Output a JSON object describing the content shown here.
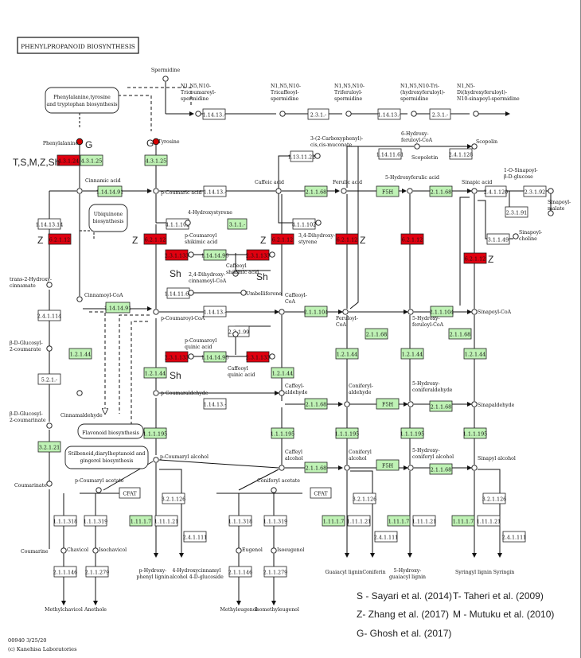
{
  "map": {
    "title": "PHENYLPROPANOID BIOSYNTHESIS",
    "footer_line1": "00940 3/25/20",
    "footer_line2": "(c) Kanehisa Laboratories"
  },
  "ref_labels": {
    "tsmzsh": "T,S,M,Z,Sh",
    "g_phe": "G",
    "g_tyr": "G",
    "z1": "Z",
    "z2": "Z",
    "z3": "Z",
    "z4": "Z",
    "z5": "Z",
    "sh1": "Sh",
    "sh2": "Sh",
    "sh3": "Sh"
  },
  "legend": {
    "s": "S - Sayari et al. (2014)",
    "t": "T- Taheri et al. (2009)",
    "z": "Z- Zhang et al. (2017)",
    "m": "M - Mutuku et al. (2010)",
    "g": "G- Ghosh et al. (2017)"
  },
  "colors": {
    "red_box": "#e0000f",
    "green_box": "#bff2b5",
    "white_box": "#ffffff",
    "node": "#d40000"
  },
  "compounds": {
    "spermidine": "Spermidine",
    "trio_coumaroyl_1": "N1,N5,N10-",
    "trio_coumaroyl_2": "Tricoumaroyl-",
    "trio_coumaroyl_3": "spermidine",
    "tricaffeoyl_1": "N1,N5,N10-",
    "tricaffeoyl_2": "Tricaffeoyl-",
    "tricaffeoyl_3": "spermidine",
    "triferuloyl_1": "N1,N5,N10-",
    "triferuloyl_2": "Triferuloyl-",
    "triferuloyl_3": "spermidine",
    "trihydroxy_1": "N1,N5,N10-Tri-",
    "trihydroxy_2": "(hydroxyferuloyl)-",
    "trihydroxy_3": "spermidine",
    "disinapoyl_1": "N1,N5-",
    "disinapoyl_2": "Di(hydroxyferuloyl)-",
    "disinapoyl_3": "N10-sinapoyl-spermidine",
    "phe_map_1": "Phenylalanine,tyrosine",
    "phe_map_2": "and tryptophan biosynthesis",
    "phenylalanine": "Phenylalanine",
    "tyrosine": "Tyrosine",
    "carboxyphenyl_1": "3-(2-Carboxyphenyl)-",
    "carboxyphenyl_2": "cis,cis-muconate",
    "hydroxyferuloylcoa_1": "6-Hydroxy-",
    "hydroxyferuloylcoa_2": "feruloyl-CoA",
    "scopolin": "Scopolin",
    "scopoletin": "Scopoletin",
    "cinnamic_acid": "Cinnamic acid",
    "p_coumaric_acid": "p-Coumaric acid",
    "caffeic_acid": "Caffeic acid",
    "ferulic_acid": "Ferulic acid",
    "hydroxyferulic_acid": "5-Hydroxyferulic acid",
    "sinapic_acid": "Sinapic acid",
    "sinapoylglucose_1": "1-O-Sinapoyl-",
    "sinapoylglucose_2": "β-D-glucose",
    "sinapoylmalate_1": "Sinapoyl-",
    "sinapoylmalate_2": "malate",
    "sinapoylcholine_1": "Sinapoyl-",
    "sinapoylcholine_2": "choline",
    "ubiquinone_1": "Ubiquinone",
    "ubiquinone_2": "biosynthesis",
    "hydroxystyrene": "4-Hydroxystyrene",
    "dihydroxystyrene_1": "3,4-Dihydroxy-",
    "dihydroxystyrene_2": "styrene",
    "coumaroylshikimic_1": "p-Coumaroyl",
    "coumaroylshikimic_2": "shikimic acid",
    "caffeoylshikimic_1": "Caffeoyl",
    "caffeoylshikimic_2": "shikimic acid",
    "trans_hydroxycinnamate_1": "trans-2-Hydroxy-",
    "trans_hydroxycinnamate_2": "cinnamate",
    "dihydroxycinnamoylcoa_1": "2,4-Dihydroxy-",
    "dihydroxycinnamoylcoa_2": "cinnamoyl-CoA",
    "umbelliferone": "Umbelliferone",
    "cinnamoylcoa": "Cinnamoyl-CoA",
    "p_coumaroylcoa": "p-Coumaroyl-CoA",
    "caffeoylcoa_1": "Caffeoyl-",
    "caffeoylcoa_2": "CoA",
    "feruloylcoa_1": "Feruloyl-",
    "feruloylcoa_2": "CoA",
    "hydroxyferuloylcoa5_1": "5-Hydroxy-",
    "hydroxyferuloylcoa5_2": "feruloyl-CoA",
    "sinapoylcoa": "Sinapoyl-CoA",
    "coumaroylquinic_1": "p-Coumaroyl",
    "coumaroylquinic_2": "quinic acid",
    "caffeoylquinic_1": "Caffeoyl",
    "caffeoylquinic_2": "quinic acid",
    "glucosyl2coumarate_1": "β-D-Glucosyl-",
    "glucosyl2coumarate_2": "2-coumarate",
    "glucosyl2coumarinate_1": "β-D-Glucosyl-",
    "glucosyl2coumarinate_2": "2-coumarinate",
    "coumarinate": "Coumarinate",
    "coumarine": "Coumarine",
    "cinnamaldehyde": "Cinnamaldehyde",
    "p_coumaraldehyde": "p-Coumaraldehyde",
    "caffeylaldehyde_1": "Caffeyl-",
    "caffeylaldehyde_2": "aldehyde",
    "coniferylaldehyde_1": "Coniferyl-",
    "coniferylaldehyde_2": "aldehyde",
    "hydroxyconiferaldehyde_1": "5-Hydroxy-",
    "hydroxyconiferaldehyde_2": "coniferaldehyde",
    "sinapaldehyde": "Sinapaldehyde",
    "flavonoid_map": "Flavonoid biosynthesis",
    "stilbenoid_map_1": "Stilbenoid,diarylheptanoid and",
    "stilbenoid_map_2": "gingerol biosynthesis",
    "p_coumaryl_alcohol": "p-Coumaryl alcohol",
    "caffeyl_alcohol_1": "Caffeyl",
    "caffeyl_alcohol_2": "alcohol",
    "coniferyl_alcohol_1": "Coniferyl",
    "coniferyl_alcohol_2": "alcohol",
    "hydroxyconiferyl_alcohol_1": "5-Hydroxy-",
    "hydroxyconiferyl_alcohol_2": "coniferyl alcohol",
    "sinapyl_alcohol": "Sinapyl alcohol",
    "p_coumaryl_acetate": "p-Coumaryl acetate",
    "coniferyl_acetate": "Coniferyl acetate",
    "chavicol": "Chavicol",
    "isochavicol": "Isochavicol",
    "eugenol": "Eugenol",
    "isoeugenol": "Isoeugenol",
    "methylchavicol": "Methylchavicol",
    "anethole": "Anethole",
    "methyleugenol": "Methyleugenol",
    "isomethyleugenol": "Isomethyleugenol",
    "p_hydroxyphenyl_lignin_1": "p-Hydroxy-",
    "p_hydroxyphenyl_lignin_2": "phenyl lignin",
    "hydroxycinnamyl_glucoside_1": "4-Hydroxycinnamyl",
    "hydroxycinnamyl_glucoside_2": "alcohol 4-D-glucoside",
    "guaiacyl_lignin": "Guaiacyl lignin",
    "coniferin": "Coniferin",
    "hydroxy_guaiacyl_lignin_1": "5-Hydroxy-",
    "hydroxy_guaiacyl_lignin_2": "guaiacyl lignin",
    "syringyl_lignin": "Syringyl lignin",
    "syringin": "Syringin"
  },
  "enzymes": {
    "e_2313_a": "2.3.1.-",
    "e_2313_b": "2.3.1.-",
    "e_2313_c": "2.3.1.-",
    "e_2313_d": "2.3.1.-",
    "e_14135_a": "1.14.13.-",
    "e_43124": "4.3.1.24",
    "e_43125_a": "4.3.1.25",
    "e_43125_b": "4.3.1.25",
    "e_1131122": "1.13.11.22",
    "e_1141161": "1.14.11.61",
    "e_241128": "2.4.1.128",
    "e_1141491": "1.14.14.91",
    "e_114139": "1.14.13.-",
    "e_2118_a": "2.1.1.68",
    "e_2118_b": "2.1.1.68",
    "e_f5h_a": "F5H",
    "e_f5h_b": "F5H",
    "e_f5h_c": "F5H",
    "e_241120": "2.4.1.120",
    "e_231192": "2.3.1.92",
    "e_231191": "2.3.1.91",
    "e_31149": "3.1.1.49",
    "e_1141314": "1.14.13.14",
    "e_411102_a": "4.1.1.102",
    "e_31_a": "3.1.1.-",
    "e_411102_b": "4.1.1.102",
    "e_6212_a": "6.2.1.12",
    "e_6212_b": "6.2.1.12",
    "e_6212_c": "6.2.1.12",
    "e_6212_d": "6.2.1.12",
    "e_6212_e": "6.2.1.12",
    "e_231133_a": "2.3.1.133",
    "e_1141496": "1.14.14.96",
    "e_231133_b": "2.3.1.133",
    "e_2411114": "2.4.1.114",
    "e_1141162": "1.14.11.62",
    "e_1141491b": "1.14.14.91",
    "e_111104_a": "2.1.1.104",
    "e_111104_b": "2.1.1.104",
    "e_114139b": "1.14.13.-",
    "e_231199": "2.3.1.99",
    "e_21168_c": "2.1.1.68",
    "e_21168_d": "2.1.1.68",
    "e_231133_c": "2.3.1.133",
    "e_1141496b": "1.14.14.96",
    "e_231133_d": "2.3.1.133",
    "e_12144_a": "1.2.1.44",
    "e_12144_b": "1.2.1.44",
    "e_12144_c": "1.2.1.44",
    "e_12144_d": "1.2.1.44",
    "e_12144_e": "1.2.1.44",
    "e_12144_f": "1.2.1.44",
    "e_241_a": "5.2.1.-",
    "e_114139c": "1.14.13.-",
    "e_21168_e": "2.1.1.68",
    "e_21168_f": "2.1.1.68",
    "e_21168_g": "2.1.1.68",
    "e_321_a": "3.2.1.21",
    "e_111195_a": "1.1.1.195",
    "e_111195_b": "1.1.1.195",
    "e_111195_c": "1.1.1.195",
    "e_111195_d": "1.1.1.195",
    "e_111195_e": "1.1.1.195",
    "e_cfat_a": "CFAT",
    "e_cfat_b": "CFAT",
    "e_321126_a": "3.2.1.126",
    "e_321126_b": "3.2.1.126",
    "e_321126_c": "3.2.1.126",
    "e_111318_a": "1.1.1.318",
    "e_111319_a": "1.1.1.319",
    "e_111318_b": "1.1.1.318",
    "e_111319_b": "1.1.1.319",
    "e_11117_a": "1.11.1.7",
    "e_11121_a": "1.11.1.21",
    "e_11117_b": "1.11.1.7",
    "e_11121_b": "1.11.1.21",
    "e_11117_c": "1.11.1.7",
    "e_11121_c": "1.11.1.21",
    "e_11117_d": "1.11.1.7",
    "e_11121_d": "1.11.1.21",
    "e_241111_a": "2.4.1.111",
    "e_241111_b": "2.4.1.111",
    "e_241111_c": "2.4.1.111",
    "e_211146_a": "2.1.1.146",
    "e_211279_a": "2.1.1.279",
    "e_211146_b": "2.1.1.146",
    "e_211279_b": "2.1.1.279"
  }
}
